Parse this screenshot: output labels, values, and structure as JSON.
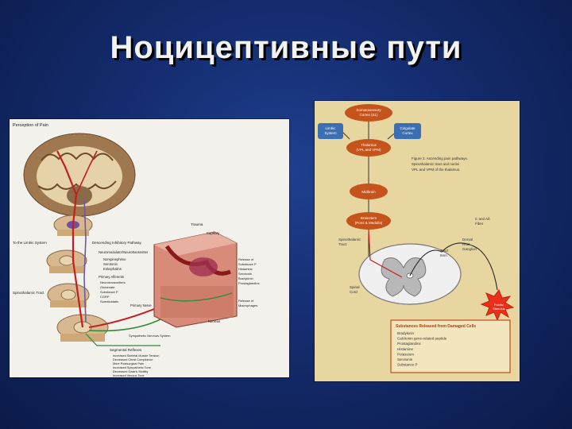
{
  "slide": {
    "title": "Ноцицептивные пути"
  },
  "left_figure": {
    "caption": "Perception of Pain",
    "labels": {
      "limbic": "To the Limbic System",
      "descending": "Descending Inhibitory Pathway",
      "neuromodulators": "Neuromodulator/Neurotransmitter",
      "neuro_list": "Norepinephrine\nSerotonin\nEnkephalins",
      "spinothalamic": "Spinothalamic Tract",
      "primary_afferents": "Primary Afferents",
      "transmitters": "Neurotransmitters\nGlutamate\nSubstance P\nCGRP\nSomatostatin",
      "primary_nerve": "Primary Nerve",
      "trauma": "Trauma",
      "capillary": "Capillary",
      "release1": "Release of\nSubstance P\nHistamine\nSerotonin\nBradykinin\nProstaglandins",
      "release2": "Release of\nMacrophages",
      "nucleus": "Nucleus",
      "sympathetic": "Sympathetic Nervous System",
      "segmental": "Segmental Reflexes",
      "segmental_list": "Increased Skeletal Muscle Tension\nDecreased Chest Compliance\nMore Postsurgical Pain\nIncreased Sympathetic Tone\nDecreased Gastric Motility\nIncreased Venous Tone"
    }
  },
  "right_figure": {
    "nodes": {
      "somatosensory": "Somatosensory\nCortex (S1)",
      "limbic": "Limbic\nSystem",
      "cingulate": "Cingulate\nCortex",
      "thalamus": "Thalamus\n(VPL and VPM)",
      "midbrain": "Midbrain",
      "brainstem": "Brainstem\n(Pons & Medulla)"
    },
    "caption": "Figure 2. Ascending pain pathways.\nSpinothalamic tract and nuclei\nVPL and VPM of the thalamus.",
    "labels": {
      "spinothalamic": "Spinothalamic\nTract",
      "spinal_cord": "Spinal\nCord",
      "tract_item": "Tract\nItem",
      "dorsal_root": "Dorsal\nRoot\nGanglion",
      "fibers": "C and Aδ\nFiber",
      "stimulus": "Painful\nStimulus"
    },
    "substances": {
      "heading": "Substances Released from Damaged Cells",
      "items": [
        "Bradykinin",
        "Calcitonin gene-related peptide",
        "Prostaglandins",
        "Histamine",
        "Potassium",
        "Serotonin",
        "Substance P"
      ]
    }
  },
  "colors": {
    "background": "#142c6e",
    "title": "#f2f2f2",
    "node_fill": "#c4531c",
    "box_fill": "#3b6fb3",
    "pathway": "#c22020",
    "green_path": "#2f8a3a"
  }
}
